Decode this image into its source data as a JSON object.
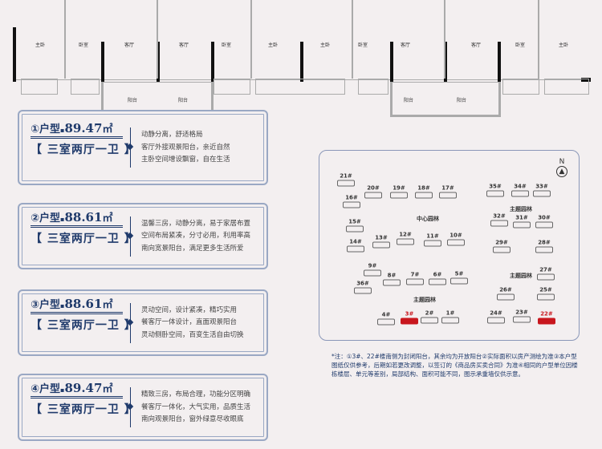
{
  "floorplan": {
    "rooms": [
      "主卧",
      "卧室",
      "客厅",
      "客厅",
      "卧室",
      "主卧",
      "主卧",
      "卧室",
      "客厅",
      "客厅",
      "卧室",
      "主卧"
    ],
    "balconies": [
      "阳台",
      "阳台",
      "阳台",
      "阳台"
    ]
  },
  "units": [
    {
      "num": "①",
      "label": "户型",
      "area": "89.47",
      "unit": "㎡",
      "rooms": "【 三室两厅一卫 】",
      "desc": [
        "动静分离，舒适格局",
        "客厅外接观景阳台，亲近自然",
        "主卧空间增设飘窗，自在生活"
      ]
    },
    {
      "num": "②",
      "label": "户型",
      "area": "88.61",
      "unit": "㎡",
      "rooms": "【 三室两厅一卫 】",
      "desc": [
        "温馨三房，动静分离，易于家居布置",
        "空间布局紧凑，分寸必用，利用率高",
        "南向宽景阳台，满足更多生活所爱"
      ]
    },
    {
      "num": "③",
      "label": "户型",
      "area": "88.61",
      "unit": "㎡",
      "rooms": "【 三室两厅一卫 】",
      "desc": [
        "灵动空间，设计紧凑，精巧实用",
        "餐客厅一体设计，直面观景阳台",
        "灵动侧卧空间，百变生活自由切换"
      ]
    },
    {
      "num": "④",
      "label": "户型",
      "area": "89.47",
      "unit": "㎡",
      "rooms": "【 三室两厅一卫 】",
      "desc": [
        "精致三房，布局合理，功能分区明确",
        "餐客厅一体化，大气实用，品质生活",
        "南向观景阳台，窗外绿意尽收眼底"
      ]
    }
  ],
  "sitemap": {
    "north": "N",
    "gardens": [
      "中心园林",
      "主题园林",
      "主题园林",
      "主题园林"
    ],
    "buildings": [
      "21#",
      "20#",
      "19#",
      "18#",
      "17#",
      "16#",
      "15#",
      "14#",
      "13#",
      "12#",
      "11#",
      "10#",
      "9#",
      "8#",
      "7#",
      "6#",
      "5#",
      "36#",
      "4#",
      "3#",
      "2#",
      "1#",
      "35#",
      "34#",
      "33#",
      "32#",
      "31#",
      "30#",
      "29#",
      "28#",
      "27#",
      "26#",
      "25#",
      "24#",
      "23#",
      "22#"
    ],
    "highlighted": [
      "3#",
      "22#"
    ],
    "highlight_color": "#c8161d"
  },
  "note": "*注：①3#、22#楼南侧为封闭阳台，其余均为开放阳台②实际面积以房产测绘为准③本户型图纸仅供参考，后期如若更改调整，以签订的《商品房买卖合同》为准④相同的户型单位因楼栋楼层、单元等差别，局部结构、面积可能不同，图示承重墙仅供示意。"
}
